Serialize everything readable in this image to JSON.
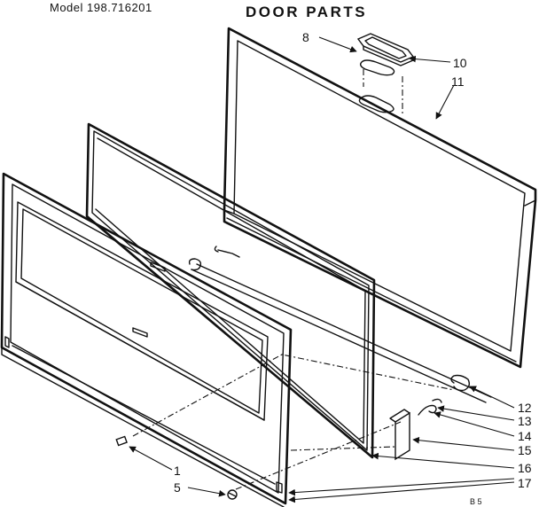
{
  "header": {
    "model": "Model 198.716201",
    "title": "DOOR PARTS"
  },
  "callouts": [
    "8",
    "10",
    "11",
    "12",
    "13",
    "14",
    "15",
    "16",
    "17",
    "1",
    "5"
  ],
  "corner_code": "B 5"
}
